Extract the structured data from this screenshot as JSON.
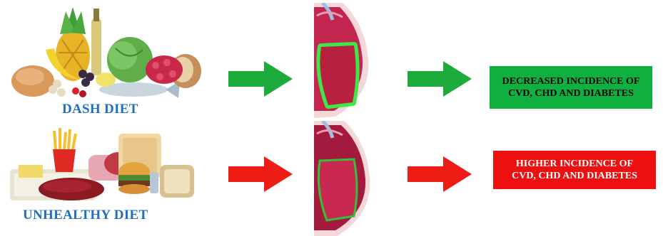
{
  "rows": [
    {
      "diet_label": "DASH DIET",
      "outcome_lines": [
        "DECREASED INCIDENCE OF",
        "CVD, CHD AND DIABETES"
      ],
      "arrow_color": "#1dab3c",
      "box_color": "#10b040",
      "box_text_color": "#000000",
      "wall_color": "#3ee84a"
    },
    {
      "diet_label": "UNHEALTHY DIET",
      "outcome_lines": [
        "HIGHER INCIDENCE OF",
        "CVD, CHD AND DIABETES"
      ],
      "arrow_color": "#ee1c14",
      "box_color": "#ee1010",
      "box_text_color": "#ffffff",
      "wall_color": "#2fc23a"
    }
  ]
}
